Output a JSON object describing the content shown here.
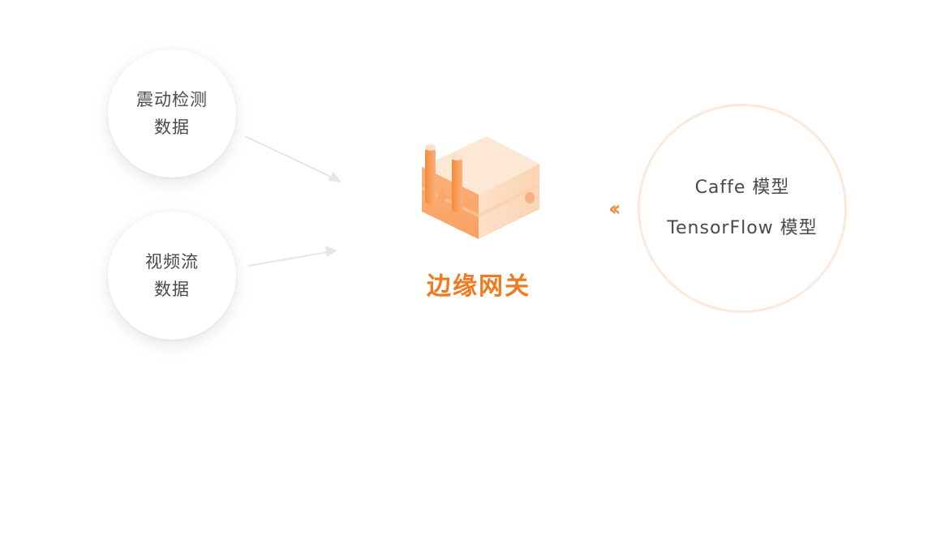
{
  "sources": [
    {
      "line1": "震动检测",
      "line2": "数据"
    },
    {
      "line1": "视频流",
      "line2": "数据"
    }
  ],
  "gateway": {
    "label": "边缘网关",
    "icon": "factory-icon"
  },
  "models": {
    "items": [
      "Caffe 模型",
      "TensorFlow 模型"
    ]
  },
  "colors": {
    "accent": "#f07a1f",
    "ring": "#fde9dc",
    "text": "#4a4a4a",
    "arrow": "#e6e6e6"
  }
}
